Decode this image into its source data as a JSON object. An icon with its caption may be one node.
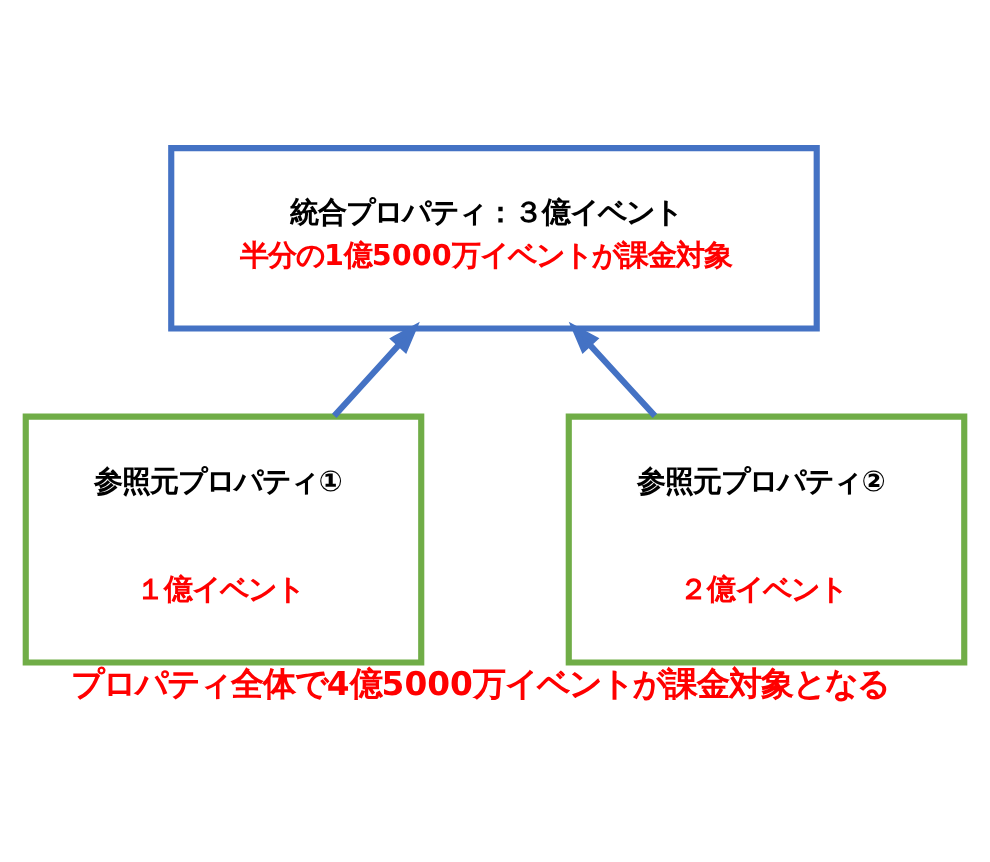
{
  "diagram": {
    "caption": "プロパティ全体で4億5000万イベントが課金対象となる",
    "nodes": [
      {
        "text": [
          "統合プロパティ：３億イベント",
          "半分の1億5000万イベントが課金対象"
        ]
      },
      {
        "text": [
          "参照元プロパティ①",
          "１億イベント"
        ]
      },
      {
        "text": [
          "参照元プロパティ②",
          "２億イベント"
        ]
      }
    ],
    "edges": [
      {
        "from": 1,
        "to": 0,
        "arrow": "to"
      },
      {
        "from": 2,
        "to": 0,
        "arrow": "to"
      }
    ]
  }
}
